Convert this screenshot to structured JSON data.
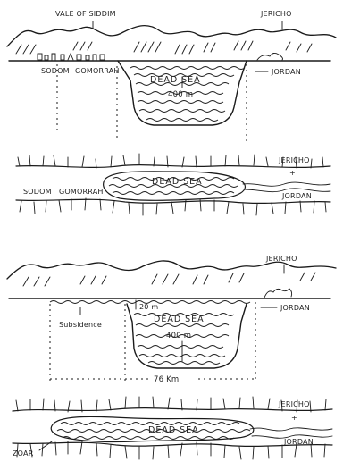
{
  "panels": {
    "p1": {
      "vale": "VALE OF SIDDIM",
      "jericho": "JERICHO",
      "sodom": "SODOM",
      "gomorrah": "GOMORRAH",
      "sea": "DEAD SEA",
      "depth": "400 m",
      "jordan": "JORDAN"
    },
    "p2": {
      "jericho": "JERICHO",
      "sodom": "SODOM",
      "gomorrah": "GOMORRAH",
      "sea": "DEAD SEA",
      "jordan": "JORDAN"
    },
    "p3": {
      "jericho": "JERICHO",
      "shelf": "20 m",
      "sea": "DEAD SEA",
      "depth": "400 m",
      "subsidence": "Subsidence",
      "jordan": "JORDAN",
      "width": "76 Km"
    },
    "p4": {
      "jericho": "JERICHO",
      "sea": "DEAD SEA",
      "jordan": "JORDAN",
      "zoar": "ZOAR"
    }
  }
}
